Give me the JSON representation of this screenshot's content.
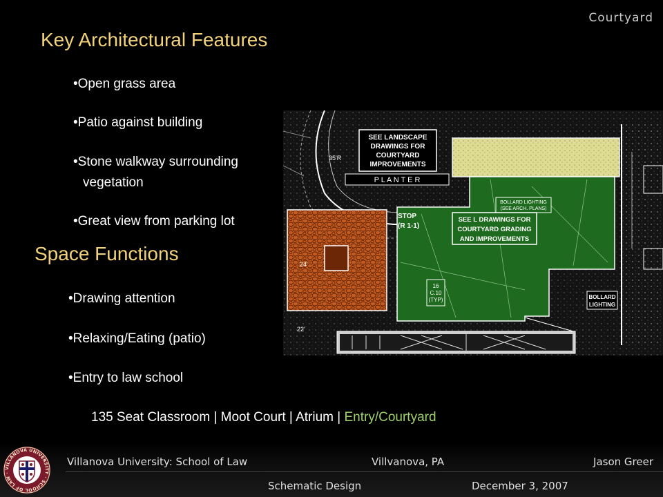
{
  "section_label": "Courtyard",
  "features": {
    "heading": "Key Architectural Features",
    "items": [
      "•Open grass area",
      "•Patio against building",
      "•Stone walkway surrounding",
      "vegetation",
      "•Great view from parking lot"
    ]
  },
  "functions": {
    "heading": "Space Functions",
    "items": [
      "•Drawing attention",
      "•Relaxing/Eating (patio)",
      "•Entry to law school"
    ]
  },
  "nav": {
    "items": [
      "135 Seat Classroom",
      "Moot Court",
      "Atrium"
    ],
    "separator": "|",
    "current": "Entry/Courtyard"
  },
  "plan": {
    "landscape_note": [
      "SEE LANDSCAPE",
      "DRAWINGS FOR",
      "COURTYARD",
      "IMPROVEMENTS"
    ],
    "planter": "P L A N T E R",
    "bollard_lighting_note": [
      "BOLLARD LIGHTING",
      "(SEE ARCH. PLANS)"
    ],
    "stop_sign": [
      "STOP",
      "(R 1-1)"
    ],
    "grading_note": [
      "SEE L DRAWINGS FOR",
      "COURTYARD GRADING",
      "AND IMPROVEMENTS"
    ],
    "detail_tag": [
      "16",
      "C.10",
      "(TYP)"
    ],
    "bollard_label": [
      "BOLLARD",
      "LIGHTING"
    ],
    "dimension_1": "35'R",
    "dimension_2": "24'",
    "dimension_3": "22'",
    "colors": {
      "grass": "#1e6a1e",
      "patio": "#c35a1e",
      "walkway": "#e9e79a",
      "line": "#ffffff"
    }
  },
  "footer": {
    "school": "Villanova University: School of Law",
    "location": "Villvanova, PA",
    "author": "Jason Greer",
    "phase": "Schematic Design",
    "date": "December 3, 2007",
    "seal_text": "VILLANOVA UNIVERSITY · SCHOOL OF LAW ·"
  }
}
